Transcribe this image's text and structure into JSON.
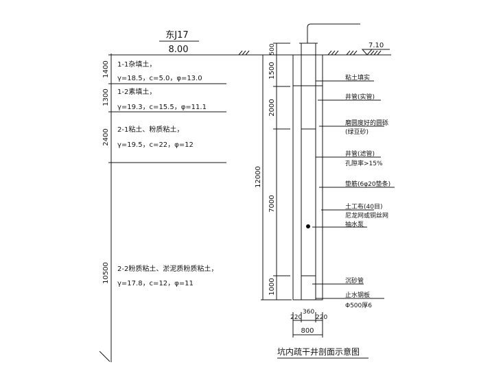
{
  "header": {
    "well_id": "东J17",
    "elevation": "8.00"
  },
  "ground_level": "7.10",
  "left_dims": [
    "1400",
    "1300",
    "2400",
    "10500"
  ],
  "layers": [
    {
      "name": "1-1杂填土，",
      "params": "γ=18.5，c=5.0，φ=13.0"
    },
    {
      "name": "1-2素填土，",
      "params": "γ=19.3，c=15.5，φ=11.1"
    },
    {
      "name": "2-1粘土、粉质粘土，",
      "params": "γ=19.5，c=22，φ=12"
    },
    {
      "name": "2-2粉质粘土、淤泥质粉质粘土，",
      "params": "γ=17.8，c=12，φ=11"
    }
  ],
  "well_dims": {
    "total": "12000",
    "parts": [
      "500",
      "1500",
      "2000",
      "7000",
      "1000"
    ]
  },
  "labels": [
    "粘土填实",
    "井管(实管)",
    "磨圆度好的圆砾",
    "(绿豆砂)",
    "井管(滤管)",
    "孔隙率>15%",
    "垫筋(6φ20垫条)",
    "土工布(40目)",
    "尼龙网或铜丝网",
    "抽水泵",
    "沉砂管",
    "止水钢板",
    "Φ500厚6"
  ],
  "bottom_dims": {
    "left": "220",
    "middle": "360",
    "right": "220",
    "total": "800"
  },
  "title": "坑内疏干井剖面示意图"
}
